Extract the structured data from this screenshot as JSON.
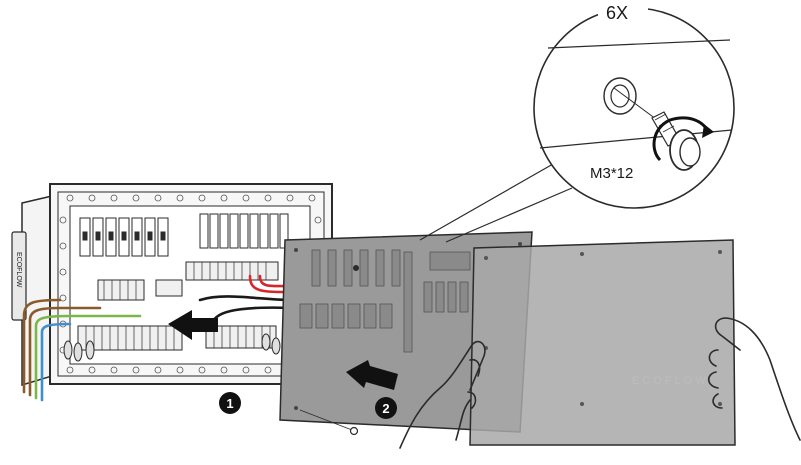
{
  "callout": {
    "quantity": "6X",
    "screw_spec": "M3*12"
  },
  "steps": [
    {
      "number": "1"
    },
    {
      "number": "2"
    }
  ],
  "panel_brand": "ECOFLOW",
  "box_brand": "ECOFLOW",
  "colors": {
    "line": "#2b2b2b",
    "cover_inner": "#9a9a9a",
    "cover_outer": "#a8a8a8",
    "wire_red": "#d6262a",
    "wire_blue": "#3f8fd0",
    "wire_green": "#7ab648",
    "wire_brown": "#8b5a2b",
    "wire_black": "#1a1a1a",
    "step_badge": "#111111"
  },
  "icons": [
    "screw-icon",
    "screwdriver-rotation-icon",
    "push-arrow-icon",
    "hand-icon"
  ]
}
